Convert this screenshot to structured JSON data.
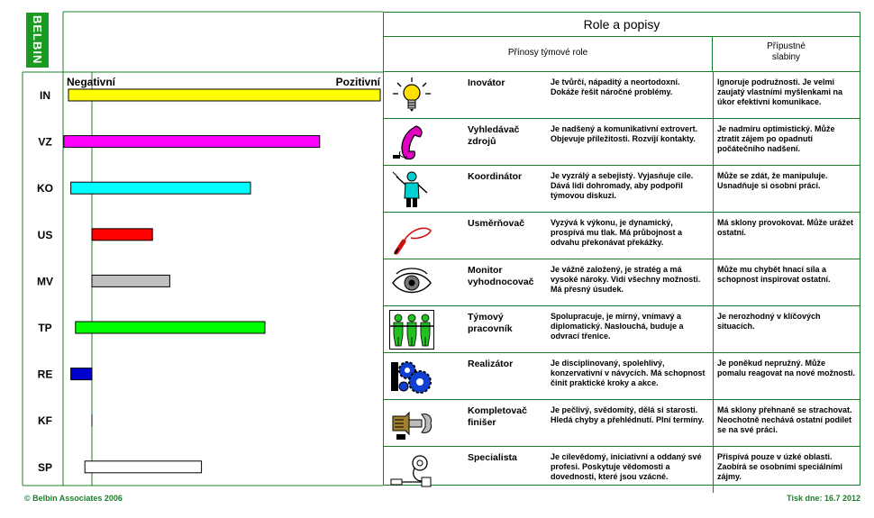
{
  "logo": {
    "text": "BELBIN"
  },
  "chart_data": {
    "type": "bar",
    "orientation": "horizontal",
    "negative_label": "Negativní",
    "positive_label": "Pozitivní",
    "range": [
      -10,
      100
    ],
    "categories": [
      "IN",
      "VZ",
      "KO",
      "US",
      "MV",
      "TP",
      "RE",
      "KF",
      "SP"
    ],
    "values": [
      {
        "start": -10,
        "end": 100
      },
      {
        "start": -12,
        "end": 79
      },
      {
        "start": -9,
        "end": 55
      },
      {
        "start": 0,
        "end": 21
      },
      {
        "start": 0,
        "end": 27
      },
      {
        "start": -7,
        "end": 60
      },
      {
        "start": -9,
        "end": 0
      },
      {
        "start": 0,
        "end": 0
      },
      {
        "start": -3,
        "end": 38
      }
    ],
    "colors": [
      "#ffff00",
      "#ff00ff",
      "#00ffff",
      "#ff0000",
      "#c0c0c0",
      "#00ff00",
      "#0000cc",
      "#ffffff",
      "#ffffff"
    ]
  },
  "table": {
    "title": "Role a popisy",
    "col1_header": "Přínosy týmové role",
    "col2_header_line1": "Přípustné",
    "col2_header_line2": "slabiny",
    "rows": [
      {
        "icon": "lightbulb-icon",
        "name": "Inovátor",
        "desc": "Je tvůrčí, nápaditý a neortodoxní. Dokáže řešit náročné problémy.",
        "weak": "Ignoruje podružnosti. Je velmi zaujatý vlastními myšlenkami na úkor efektivní komunikace."
      },
      {
        "icon": "telephone-icon",
        "name": "Vyhledávač zdrojů",
        "desc": "Je nadšený a komunikativní extrovert. Objevuje příležitosti. Rozvíjí kontakty.",
        "weak": "Je nadmíru optimistický. Může ztratit zájem po opadnutí počátečního nadšení."
      },
      {
        "icon": "conductor-icon",
        "name": "Koordinátor",
        "desc": "Je vyzrálý a sebejistý. Vyjasňuje cíle. Dává lidi dohromady, aby podpořil týmovou diskuzi.",
        "weak": "Může se zdát, že manipuluje. Usnadňuje si osobní práci."
      },
      {
        "icon": "whip-icon",
        "name": "Usměrňovač",
        "desc": "Vyzývá k výkonu, je dynamický, prospívá mu tlak. Má průbojnost a odvahu překonávat překážky.",
        "weak": "Má sklony provokovat. Může urážet ostatní."
      },
      {
        "icon": "eye-icon",
        "name": "Monitor vyhodnocovač",
        "desc": "Je vážně založený, je stratég a má vysoké nároky. Vidí všechny možnosti. Má přesný úsudek.",
        "weak": "Může mu chybět hnací síla a schopnost inspirovat ostatní."
      },
      {
        "icon": "people-chain-icon",
        "name": "Týmový pracovník",
        "desc": "Spolupracuje, je mírný, vnímavý a diplomatický. Naslouchá, buduje a odvrací třenice.",
        "weak": "Je nerozhodný v klíčových situacích."
      },
      {
        "icon": "gears-icon",
        "name": "Realizátor",
        "desc": "Je disciplinovaný, spolehlivý, konzervativní v návycích. Má schopnost činit praktické kroky a akce.",
        "weak": "Je poněkud nepružný. Může pomalu reagovat na nové možnosti."
      },
      {
        "icon": "wrench-hand-icon",
        "name": "Kompletovač finišer",
        "desc": "Je pečlivý, svědomitý, dělá si starosti. Hledá chyby a přehlédnutí. Plní termíny.",
        "weak": "Má sklony přehnaně se strachovat. Neochotně nechává ostatní podílet se na své práci."
      },
      {
        "icon": "plug-icon",
        "name": "Specialista",
        "desc": "Je cílevědomý, iniciativní a oddaný své profesi. Poskytuje vědomosti a dovednosti, které jsou vzácné.",
        "weak": "Přispívá pouze v úzké oblasti. Zaobírá se osobními speciálními zájmy."
      }
    ]
  },
  "footer": {
    "left": "© Belbin Associates 2006",
    "right": "Tisk dne: 16.7 2012"
  }
}
